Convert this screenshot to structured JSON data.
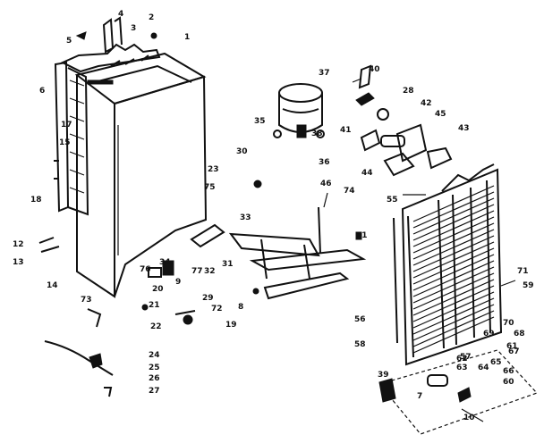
{
  "diagram": {
    "callouts": [
      "1",
      "2",
      "3",
      "4",
      "5",
      "6",
      "7",
      "8",
      "9",
      "10",
      "11",
      "12",
      "13",
      "14",
      "15",
      "17",
      "18",
      "19",
      "20",
      "21",
      "22",
      "23",
      "24",
      "25",
      "26",
      "27",
      "28",
      "29",
      "30",
      "31",
      "32",
      "33",
      "34",
      "35",
      "36",
      "37",
      "38",
      "39",
      "40",
      "41",
      "42",
      "43",
      "44",
      "45",
      "46",
      "55",
      "56",
      "57",
      "58",
      "59",
      "60",
      "61",
      "62",
      "63",
      "64",
      "65",
      "66",
      "67",
      "68",
      "69",
      "70",
      "71",
      "72",
      "73",
      "74",
      "75",
      "76",
      "77"
    ]
  }
}
